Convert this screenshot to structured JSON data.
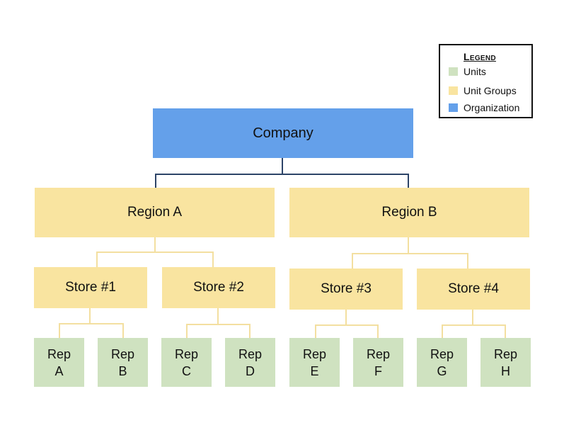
{
  "legend": {
    "title": "Legend",
    "items": [
      {
        "label": "Units",
        "color": "#cfe2c0"
      },
      {
        "label": "Unit Groups",
        "color": "#f9e4a0"
      },
      {
        "label": "Organization",
        "color": "#64a0ea"
      }
    ]
  },
  "colors": {
    "organization": "#64a0ea",
    "unit_groups": "#f9e4a0",
    "units": "#cfe2c0",
    "org_connector": "#2d4468",
    "group_connector": "#f3dfa0"
  },
  "company": {
    "label": "Company"
  },
  "regions": [
    {
      "label": "Region A"
    },
    {
      "label": "Region B"
    }
  ],
  "stores": [
    {
      "label": "Store #1"
    },
    {
      "label": "Store #2"
    },
    {
      "label": "Store #3"
    },
    {
      "label": "Store #4"
    }
  ],
  "reps": [
    {
      "line1": "Rep",
      "line2": "A"
    },
    {
      "line1": "Rep",
      "line2": "B"
    },
    {
      "line1": "Rep",
      "line2": "C"
    },
    {
      "line1": "Rep",
      "line2": "D"
    },
    {
      "line1": "Rep",
      "line2": "E"
    },
    {
      "line1": "Rep",
      "line2": "F"
    },
    {
      "line1": "Rep",
      "line2": "G"
    },
    {
      "line1": "Rep",
      "line2": "H"
    }
  ]
}
